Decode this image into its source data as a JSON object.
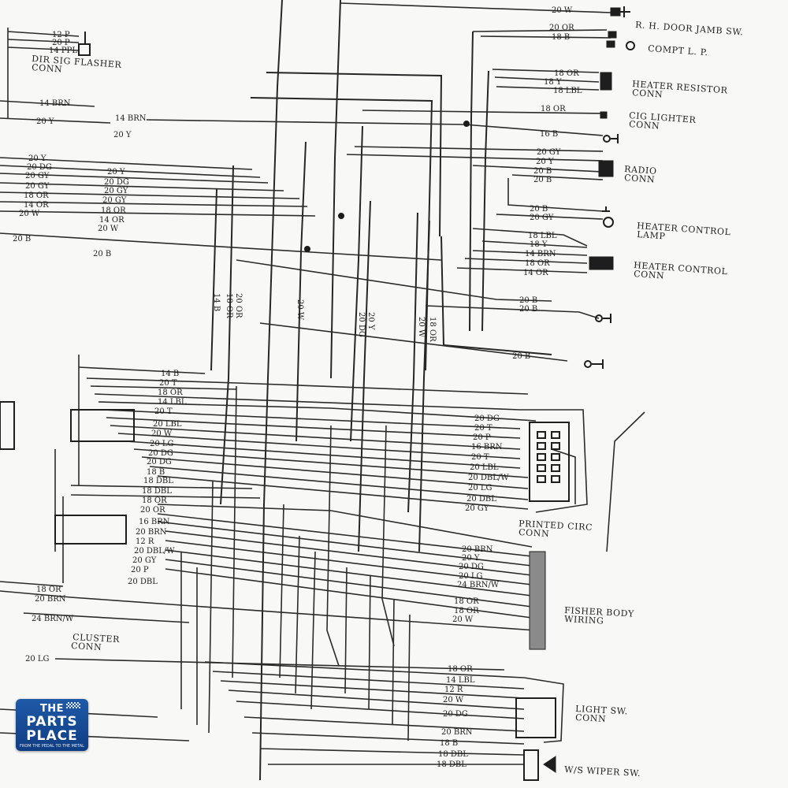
{
  "connectors": {
    "door_jamb": "R. H. DOOR JAMB SW.",
    "compt_lp": "COMPT L. P.",
    "heater_resistor_1": "HEATER RESISTOR",
    "heater_resistor_2": "CONN",
    "cig_lighter_1": "CIG LIGHTER",
    "cig_lighter_2": "CONN",
    "radio_1": "RADIO",
    "radio_2": "CONN",
    "heater_control_lamp_1": "HEATER CONTROL",
    "heater_control_lamp_2": "LAMP",
    "heater_control_conn_1": "HEATER CONTROL",
    "heater_control_conn_2": "CONN",
    "dir_sig_1": "DIR SIG FLASHER",
    "dir_sig_2": "CONN",
    "printed_circ_1": "PRINTED CIRC",
    "printed_circ_2": "CONN",
    "fisher_body_1": "FISHER BODY",
    "fisher_body_2": "WIRING",
    "cluster_1": "CLUSTER",
    "cluster_2": "CONN",
    "light_sw_1": "LIGHT SW.",
    "light_sw_2": "CONN",
    "wiper_sw": "W/S WIPER SW."
  },
  "wire_labels": [
    {
      "id": "w01",
      "text": "20 W"
    },
    {
      "id": "w02",
      "text": "20 OR"
    },
    {
      "id": "w03",
      "text": "18 B"
    },
    {
      "id": "w04",
      "text": "18 OR"
    },
    {
      "id": "w05",
      "text": "18 Y"
    },
    {
      "id": "w06",
      "text": "18 LBL"
    },
    {
      "id": "w07",
      "text": "18 OR"
    },
    {
      "id": "w08",
      "text": "16 B"
    },
    {
      "id": "w09",
      "text": "20 GY"
    },
    {
      "id": "w10",
      "text": "20 Y"
    },
    {
      "id": "w11",
      "text": "20 B"
    },
    {
      "id": "w12",
      "text": "20 B"
    },
    {
      "id": "w13",
      "text": "20 B"
    },
    {
      "id": "w14",
      "text": "20 GY"
    },
    {
      "id": "w15",
      "text": "18 LBL"
    },
    {
      "id": "w16",
      "text": "18 Y"
    },
    {
      "id": "w17",
      "text": "14 BRN"
    },
    {
      "id": "w18",
      "text": "18 OR"
    },
    {
      "id": "w19",
      "text": "14 OR"
    },
    {
      "id": "w20",
      "text": "20 B"
    },
    {
      "id": "w21",
      "text": "20 B"
    },
    {
      "id": "w22",
      "text": "20 B"
    },
    {
      "id": "w23",
      "text": "12 P"
    },
    {
      "id": "w24",
      "text": "20 P"
    },
    {
      "id": "w25",
      "text": "14 PPL"
    },
    {
      "id": "w26",
      "text": "14 BRN"
    },
    {
      "id": "w27",
      "text": "14 BRN"
    },
    {
      "id": "w28",
      "text": "20 Y"
    },
    {
      "id": "w29",
      "text": "20 Y"
    },
    {
      "id": "w30",
      "text": "20 Y"
    },
    {
      "id": "w31",
      "text": "20 DG"
    },
    {
      "id": "w32",
      "text": "20 GY"
    },
    {
      "id": "w33",
      "text": "20 GY"
    },
    {
      "id": "w34",
      "text": "18 OR"
    },
    {
      "id": "w35",
      "text": "14 OR"
    },
    {
      "id": "w36",
      "text": "20 W"
    },
    {
      "id": "w37",
      "text": "20 Y"
    },
    {
      "id": "w38",
      "text": "20 DG"
    },
    {
      "id": "w39",
      "text": "20 GY"
    },
    {
      "id": "w40",
      "text": "20 GY"
    },
    {
      "id": "w41",
      "text": "18 OR"
    },
    {
      "id": "w42",
      "text": "14 OR"
    },
    {
      "id": "w43",
      "text": "20 W"
    },
    {
      "id": "w44",
      "text": "20 B"
    },
    {
      "id": "w45",
      "text": "20 B"
    },
    {
      "id": "w46",
      "text": "14 B"
    },
    {
      "id": "w47",
      "text": "20 T"
    },
    {
      "id": "w48",
      "text": "18 OR"
    },
    {
      "id": "w49",
      "text": "14 LBL"
    },
    {
      "id": "w50",
      "text": "20 T"
    },
    {
      "id": "w51",
      "text": "20 LBL"
    },
    {
      "id": "w52",
      "text": "20 W"
    },
    {
      "id": "w53",
      "text": "20 LG"
    },
    {
      "id": "w54",
      "text": "20 DG"
    },
    {
      "id": "w55",
      "text": "20 DG"
    },
    {
      "id": "w56",
      "text": "18 B"
    },
    {
      "id": "w57",
      "text": "18 DBL"
    },
    {
      "id": "w58",
      "text": "18 DBL"
    },
    {
      "id": "w59",
      "text": "18 OR"
    },
    {
      "id": "w60",
      "text": "20 OR"
    },
    {
      "id": "w61",
      "text": "16 BRN"
    },
    {
      "id": "w62",
      "text": "20 BRN"
    },
    {
      "id": "w63",
      "text": "12 R"
    },
    {
      "id": "w64",
      "text": "20 DBL/W"
    },
    {
      "id": "w65",
      "text": "20 GY"
    },
    {
      "id": "w66",
      "text": "20 P"
    },
    {
      "id": "w67",
      "text": "20 DBL"
    },
    {
      "id": "w68",
      "text": "18 OR"
    },
    {
      "id": "w69",
      "text": "20 BRN"
    },
    {
      "id": "w70",
      "text": "24 BRN/W"
    },
    {
      "id": "w71",
      "text": "20 LG"
    },
    {
      "id": "w72",
      "text": "20 DG"
    },
    {
      "id": "w73",
      "text": "20 T"
    },
    {
      "id": "w74",
      "text": "20 P"
    },
    {
      "id": "w75",
      "text": "16 BRN"
    },
    {
      "id": "w76",
      "text": "20 T"
    },
    {
      "id": "w77",
      "text": "20 LBL"
    },
    {
      "id": "w78",
      "text": "20 DBL/W"
    },
    {
      "id": "w79",
      "text": "20 LG"
    },
    {
      "id": "w80",
      "text": "20 DBL"
    },
    {
      "id": "w81",
      "text": "20 GY"
    },
    {
      "id": "w82",
      "text": "20 BRN"
    },
    {
      "id": "w83",
      "text": "20 Y"
    },
    {
      "id": "w84",
      "text": "20 DG"
    },
    {
      "id": "w85",
      "text": "20 LG"
    },
    {
      "id": "w86",
      "text": "24 BRN/W"
    },
    {
      "id": "w87",
      "text": "18 OR"
    },
    {
      "id": "w88",
      "text": "18 OR"
    },
    {
      "id": "w89",
      "text": "20 W"
    },
    {
      "id": "w90",
      "text": "18 OR"
    },
    {
      "id": "w91",
      "text": "14 LBL"
    },
    {
      "id": "w92",
      "text": "12 R"
    },
    {
      "id": "w93",
      "text": "20 W"
    },
    {
      "id": "w94",
      "text": "20 DG"
    },
    {
      "id": "w95",
      "text": "20 BRN"
    },
    {
      "id": "w96",
      "text": "18 B"
    },
    {
      "id": "w97",
      "text": "18 DBL"
    },
    {
      "id": "w98",
      "text": "18 DBL"
    }
  ],
  "vertical_labels": [
    {
      "id": "v1",
      "text": "14 B"
    },
    {
      "id": "v2",
      "text": "20 OR"
    },
    {
      "id": "v3",
      "text": "18 OR"
    },
    {
      "id": "v4",
      "text": "20 W"
    },
    {
      "id": "v5",
      "text": "20 Y"
    },
    {
      "id": "v6",
      "text": "20 DG"
    },
    {
      "id": "v7",
      "text": "20 W"
    },
    {
      "id": "v8",
      "text": "18 OR"
    }
  ],
  "logo": {
    "line1": "THE",
    "line2": "PARTS",
    "line3": "PLACE",
    "tagline": "FROM THE PEDAL TO THE METAL"
  },
  "colors": {
    "ink": "#262626",
    "paper": "#f8f8f6",
    "logo_blue": "#1f5aa8"
  }
}
